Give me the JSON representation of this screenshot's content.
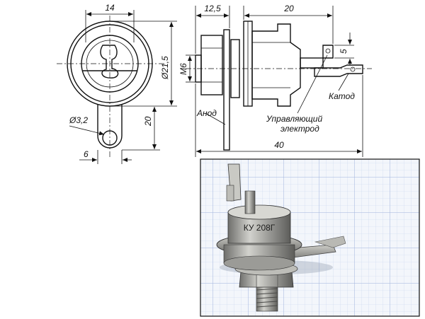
{
  "front_view": {
    "dim_width": "14",
    "dim_diameter": "Ø21,5",
    "dim_hole": "Ø3,2",
    "dim_tab_width": "6",
    "dim_tab_length": "20"
  },
  "side_view": {
    "dim_nut": "12,5",
    "dim_body": "20",
    "dim_terminal": "5",
    "dim_thread": "M6",
    "dim_total": "40"
  },
  "labels": {
    "anode": "Анод",
    "control_electrode_line1": "Управляющий",
    "control_electrode_line2": "электрод",
    "cathode": "Катод"
  },
  "photo": {
    "marking": "КУ 208Г",
    "colors": {
      "grid_bg": "#f3f6fb",
      "grid_minor": "#c9d6ee",
      "grid_major": "#9fb3dd",
      "metal": "#a8a8a4"
    }
  }
}
